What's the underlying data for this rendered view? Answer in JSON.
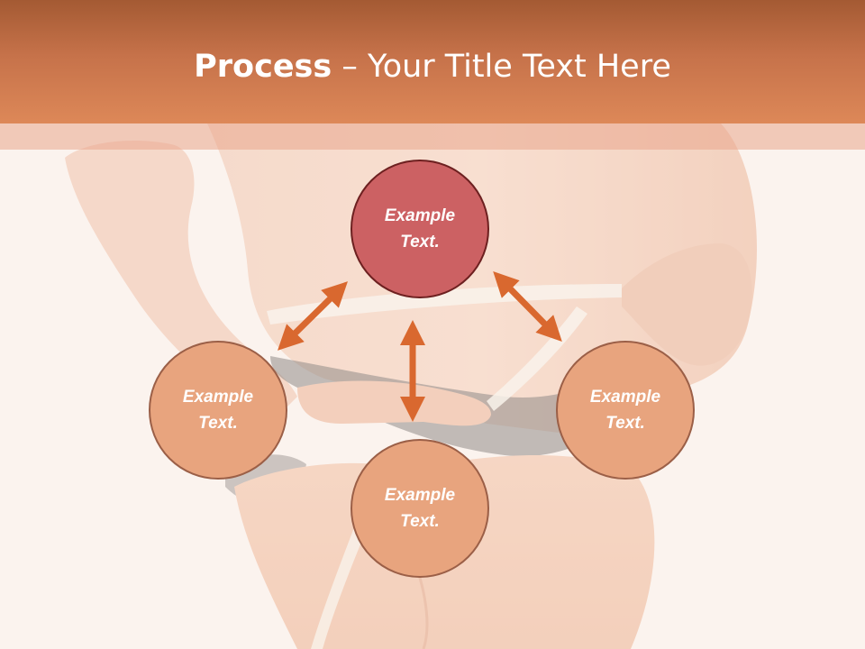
{
  "title": {
    "bold": "Process",
    "rest": " – Your Title Text Here"
  },
  "nodes": {
    "top": "Example\nText.",
    "left": "Example\nText.",
    "right": "Example\nText.",
    "bottom": "Example\nText."
  },
  "colors": {
    "title_bar": "#d4784b",
    "center_node": "#cc6163",
    "outer_node": "#e8a47e",
    "arrow": "#d9682f",
    "background": "#fbf3ef"
  },
  "background_image": "woman-measuring-waist-photo"
}
